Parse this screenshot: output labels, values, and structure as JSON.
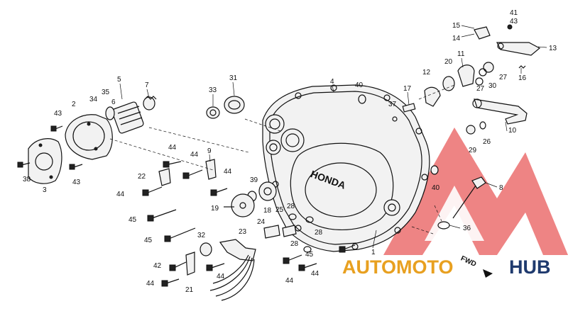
{
  "cover_brand": "HONDA",
  "fwd_label": "FWD",
  "watermark": {
    "part1": "AUTOMOTO",
    "part2": "HUB",
    "color_primary": "#e8a020",
    "color_secondary": "#1f3a6e",
    "color_logo": "#e02020"
  },
  "callouts": [
    "1",
    "2",
    "3",
    "4",
    "5",
    "6",
    "7",
    "8",
    "9",
    "10",
    "11",
    "12",
    "13",
    "14",
    "15",
    "16",
    "17",
    "18",
    "19",
    "20",
    "21",
    "22",
    "23",
    "24",
    "25",
    "26",
    "27",
    "28",
    "29",
    "30",
    "31",
    "32",
    "33",
    "34",
    "35",
    "36",
    "37",
    "38",
    "39",
    "40",
    "41",
    "42",
    "43",
    "44",
    "45"
  ]
}
